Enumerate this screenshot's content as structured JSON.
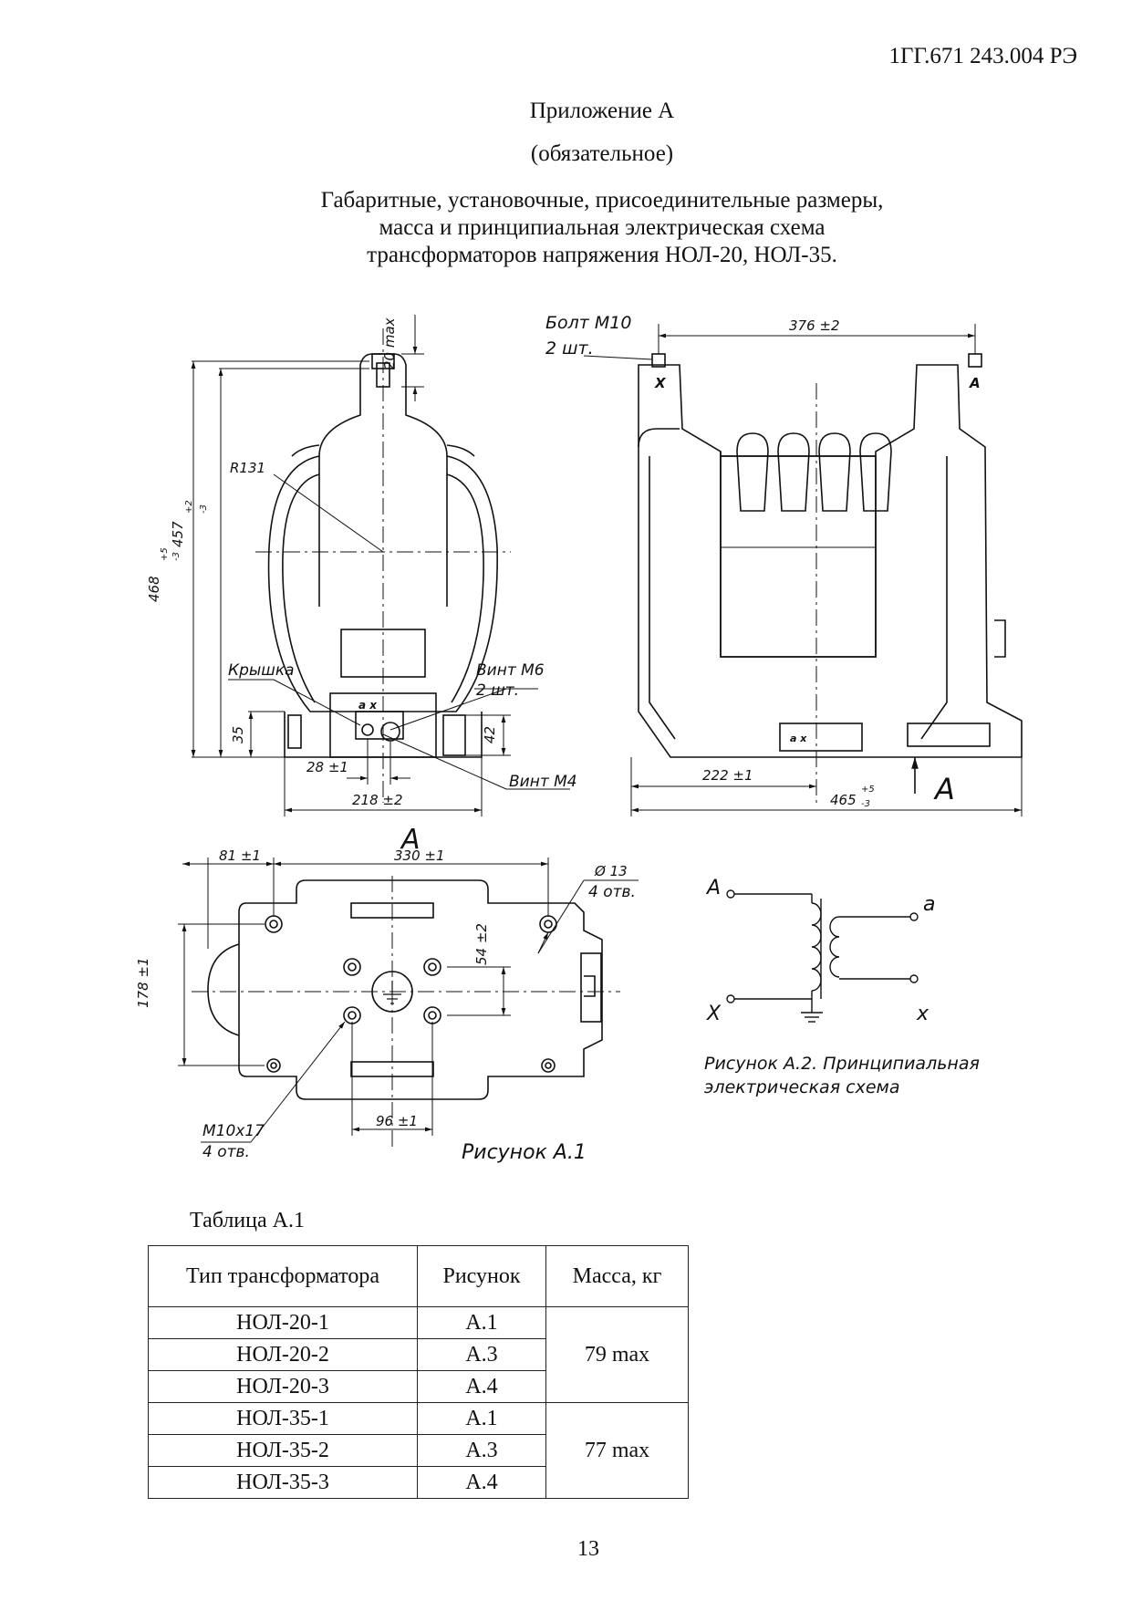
{
  "header": {
    "doc_code": "1ГГ.671 243.004 РЭ"
  },
  "title": {
    "appendix": "Приложение А",
    "mandatory": "(обязательное)",
    "lines": [
      "Габаритные, установочные, присоединительные размеры,",
      "масса и принципиальная электрическая схема",
      "трансформаторов напряжения НОЛ-20, НОЛ-35."
    ]
  },
  "drawing": {
    "side_view": {
      "dim_20max": "20 max",
      "dim_468": "468",
      "dim_468_tol_upper": "+5",
      "dim_468_tol_lower": "-3",
      "dim_457": "457",
      "dim_457_tol_upper": "+2",
      "dim_457_tol_lower": "-3",
      "radius": "R131",
      "label_lid": "Крышка",
      "label_screw_m6": "Винт М6",
      "label_screw_m6_qty": "2 шт.",
      "dim_35": "35",
      "dim_42": "42",
      "dim_28": "28 ±1",
      "dim_218": "218 ±2",
      "label_screw_m4": "Винт М4",
      "terminal_labels": "a x"
    },
    "front_view": {
      "label_bolt": "Болт М10",
      "label_bolt_qty": "2 шт.",
      "dim_376": "376 ±2",
      "terminal_x": "X",
      "terminal_a": "A",
      "dim_222": "222 ±1",
      "dim_465": "465",
      "dim_465_tol_upper": "+5",
      "dim_465_tol_lower": "-3",
      "view_arrow_label": "А",
      "plate_labels": "a    x"
    },
    "bottom_view": {
      "view_label": "А",
      "dim_81": "81 ±1",
      "dim_330": "330 ±1",
      "dim_hole": "Ø 13",
      "dim_hole_qty": "4 отв.",
      "dim_54": "54 ±2",
      "dim_178": "178 ±1",
      "label_thread": "М10х17",
      "label_thread_qty": "4 отв.",
      "dim_96": "96 ±1",
      "figure_caption": "Рисунок А.1"
    },
    "schematic": {
      "terminal_A": "A",
      "terminal_X": "X",
      "terminal_a": "a",
      "terminal_x": "x",
      "caption_line1": "Рисунок А.2. Принципиальная",
      "caption_line2": "электрическая схема"
    }
  },
  "table": {
    "caption": "Таблица А.1",
    "headers": [
      "Тип трансформатора",
      "Рисунок",
      "Масса, кг"
    ],
    "rows": [
      {
        "type": "НОЛ-20-1",
        "figure": "А.1"
      },
      {
        "type": "НОЛ-20-2",
        "figure": "А.3"
      },
      {
        "type": "НОЛ-20-3",
        "figure": "А.4"
      },
      {
        "type": "НОЛ-35-1",
        "figure": "А.1"
      },
      {
        "type": "НОЛ-35-2",
        "figure": "А.3"
      },
      {
        "type": "НОЛ-35-3",
        "figure": "А.4"
      }
    ],
    "mass_groups": [
      "79 max",
      "77 max"
    ]
  },
  "page_number": "13"
}
